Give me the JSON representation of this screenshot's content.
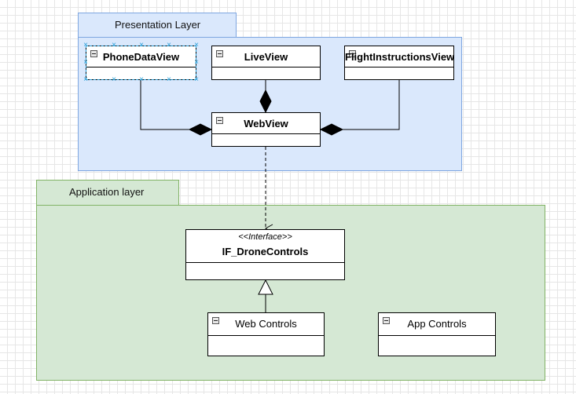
{
  "packages": {
    "presentation": {
      "label": "Presentation Layer",
      "fill": "#dae8fc",
      "stroke": "#7ea6e0"
    },
    "application": {
      "label": "Application layer",
      "fill": "#d5e8d4",
      "stroke": "#82b366"
    }
  },
  "classes": {
    "phone_data_view": {
      "name": "PhoneDataView",
      "selected": true
    },
    "live_view": {
      "name": "LiveView"
    },
    "flight_instructions_view": {
      "name": "FlightInstructionsView"
    },
    "web_view": {
      "name": "WebView"
    },
    "drone_controls": {
      "stereotype": "<<Interface>>",
      "name": "IF_DroneControls"
    },
    "web_controls": {
      "name": "Web Controls"
    },
    "app_controls": {
      "name": "App Controls"
    }
  },
  "relations": [
    {
      "type": "composition",
      "from": "PhoneDataView",
      "to": "WebView"
    },
    {
      "type": "composition",
      "from": "LiveView",
      "to": "WebView"
    },
    {
      "type": "composition",
      "from": "FlightInstructionsView",
      "to": "WebView"
    },
    {
      "type": "dependency",
      "from": "WebView",
      "to": "IF_DroneControls"
    },
    {
      "type": "generalization",
      "from": "Web Controls",
      "to": "IF_DroneControls"
    }
  ],
  "icons": [
    "collapse-minus-icon"
  ]
}
